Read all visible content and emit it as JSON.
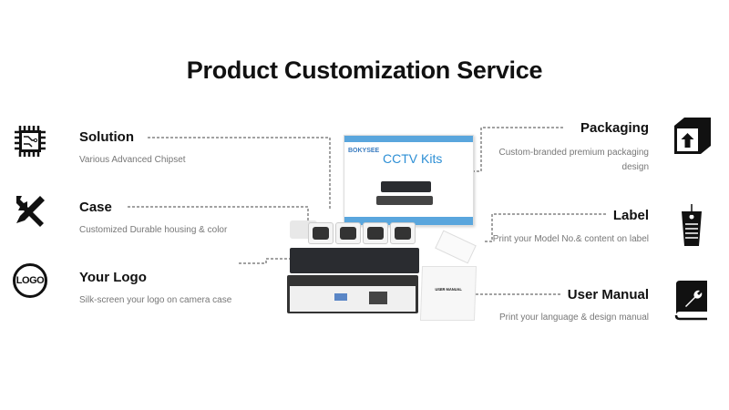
{
  "title": "Product Customization Service",
  "left_items": [
    {
      "heading": "Solution",
      "desc": "Various Advanced Chipset",
      "icon": "chip-icon"
    },
    {
      "heading": "Case",
      "desc": "Customized Durable housing & color",
      "icon": "tools-icon"
    },
    {
      "heading": "Your Logo",
      "desc": "Silk-screen your logo on camera case",
      "icon": "logo-icon",
      "icon_text": "LOGO"
    }
  ],
  "right_items": [
    {
      "heading": "Packaging",
      "desc": "Custom-branded premium packaging design",
      "icon": "box-icon"
    },
    {
      "heading": "Label",
      "desc": "Print your Model No.& content on label",
      "icon": "tag-icon"
    },
    {
      "heading": "User Manual",
      "desc": "Print your language & design manual",
      "icon": "manual-icon"
    }
  ],
  "product": {
    "brand": "BOKYSEE",
    "box_title": "CCTV Kits",
    "manual_title": "USER MANUAL",
    "accent": "#2d8fd5"
  }
}
